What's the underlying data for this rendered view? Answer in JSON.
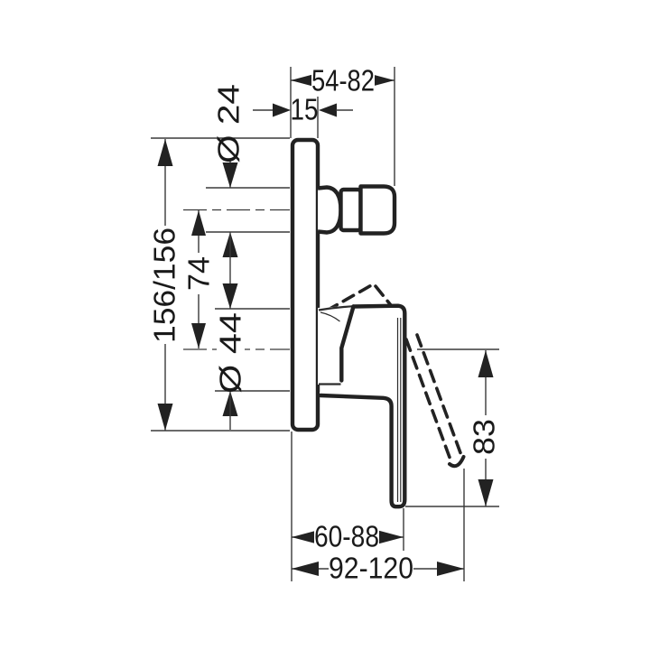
{
  "diagram": {
    "units": "mm",
    "colors": {
      "background": "#ffffff",
      "line": "#222222"
    },
    "dimensions": {
      "wall_depth_range": "54-82",
      "plate_thickness": "15",
      "knob_diameter": "Ø 24",
      "plate_size": "156/156",
      "axis_spacing": "74",
      "hub_diameter": "Ø 44",
      "lever_drop": "83",
      "depth_range_inner": "60-88",
      "depth_range_outer": "92-120"
    }
  }
}
